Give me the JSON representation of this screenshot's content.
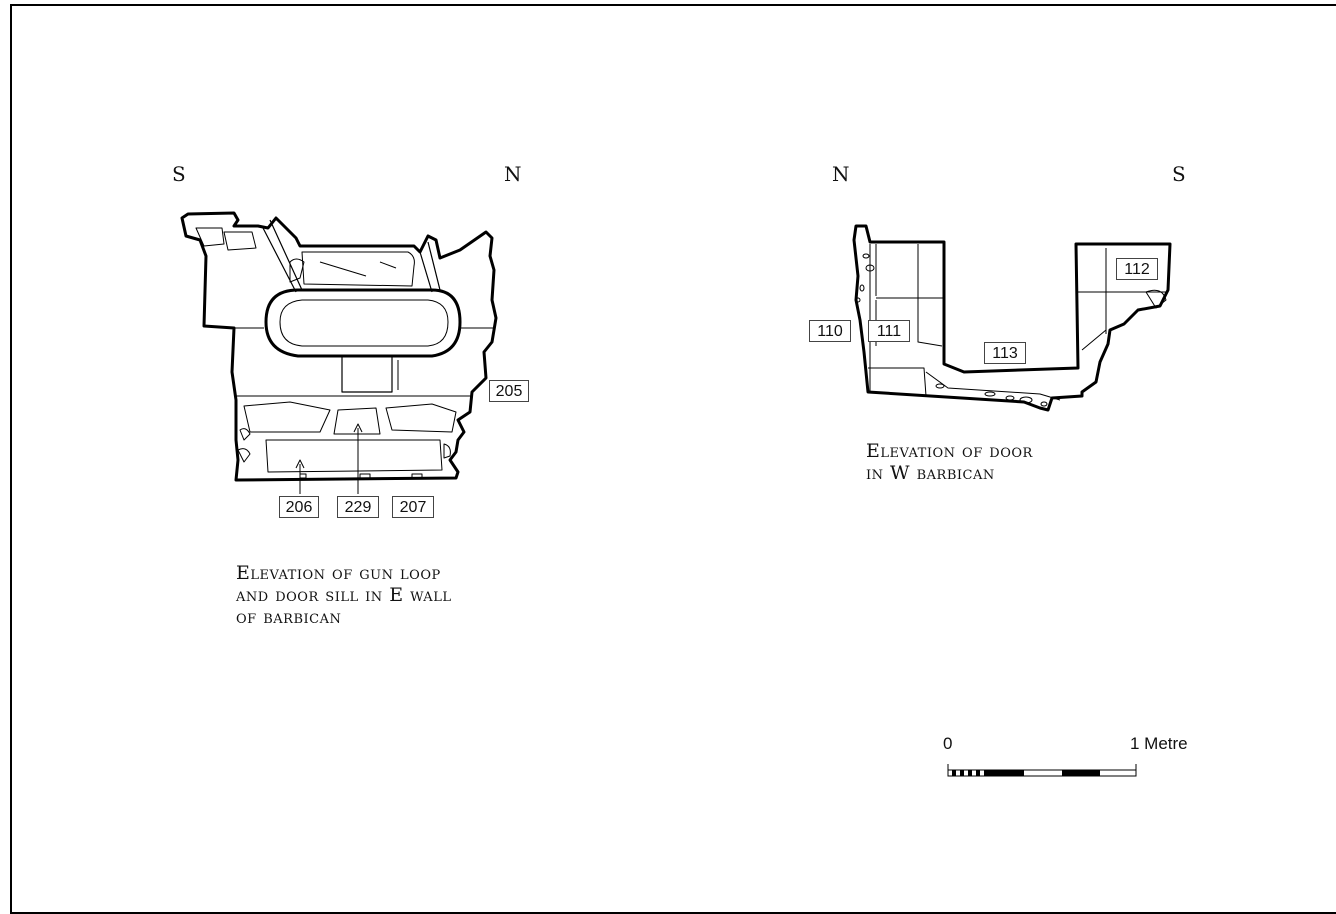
{
  "left_drawing": {
    "compass_left": "S",
    "compass_right": "N",
    "caption_lines": [
      "Elevation of gun loop",
      "and door sill in E wall",
      "of barbican"
    ],
    "contexts": [
      "205",
      "206",
      "229",
      "207"
    ]
  },
  "right_drawing": {
    "compass_left": "N",
    "compass_right": "S",
    "caption_lines": [
      "Elevation of door",
      "in W barbican"
    ],
    "contexts": [
      "110",
      "111",
      "112",
      "113"
    ]
  },
  "scale_bar": {
    "start_label": "0",
    "end_label": "1 Metre"
  }
}
